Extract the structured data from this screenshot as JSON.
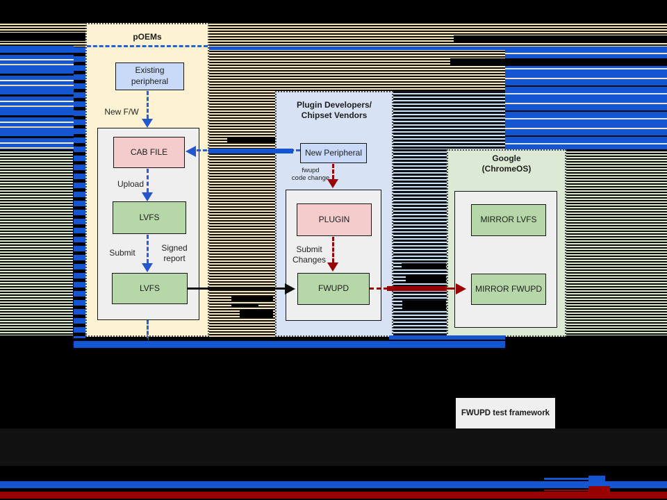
{
  "diagram": {
    "poems": {
      "title": "pOEMs",
      "boxes": {
        "existing_peripheral": "Existing\nperipheral",
        "cab_file": "CAB FILE",
        "lvfs_upload": "LVFS",
        "lvfs_submit": "LVFS"
      },
      "labels": {
        "new_fw": "New F/W",
        "upload": "Upload",
        "submit": "Submit",
        "signed_report": "Signed\nreport"
      }
    },
    "plugin_vendors": {
      "title": "Plugin Developers/\nChipset Vendors",
      "boxes": {
        "new_peripheral": "New Peripheral",
        "plugin": "PLUGIN",
        "fwupd": "FWUPD"
      },
      "labels": {
        "fwupd_code_change": "fwupd\ncode change",
        "submit_changes": "Submit\nChanges"
      }
    },
    "google": {
      "title": "Google\n(ChromeOS)",
      "boxes": {
        "mirror_lvfs": "MIRROR LVFS",
        "mirror_fwupd": "MIRROR FWUPD"
      }
    },
    "test_framework": {
      "label": "FWUPD test framework"
    },
    "colors": {
      "glitch_blue": "#1456d2",
      "arrow_blue": "#2a5fd3",
      "dark_red": "#990000",
      "box_blue": "#c9daf8",
      "box_pink": "#f4cccc",
      "box_green": "#b6d7a8",
      "container_cream": "#fdf3d3",
      "container_lightblue": "#d7e3f4",
      "container_green": "#dcead5",
      "stripe_tan": "#f3e6c0",
      "stripe_green": "#dde9d4",
      "stripe_lightblue": "#cfe2f3"
    }
  }
}
